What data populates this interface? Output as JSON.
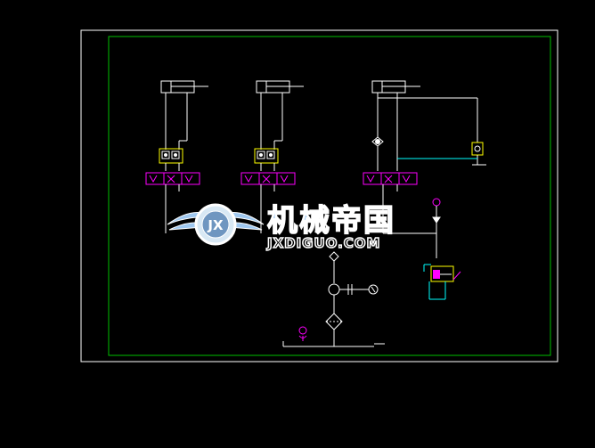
{
  "colors": {
    "background": "#000000",
    "frame": "#ffffff",
    "border": "#00c000",
    "line": "#ffffff",
    "valve": "#ff00ff",
    "pilot": "#ffff00",
    "accent": "#00ffff",
    "watermark_fill": "#9fc8f0",
    "watermark_stroke": "#ffffff"
  },
  "watermark": {
    "brand": "机械帝国",
    "url": "JXDIGUO.COM",
    "logo_letters": "JX"
  },
  "icons": {
    "logo": "winged-gear-icon"
  }
}
